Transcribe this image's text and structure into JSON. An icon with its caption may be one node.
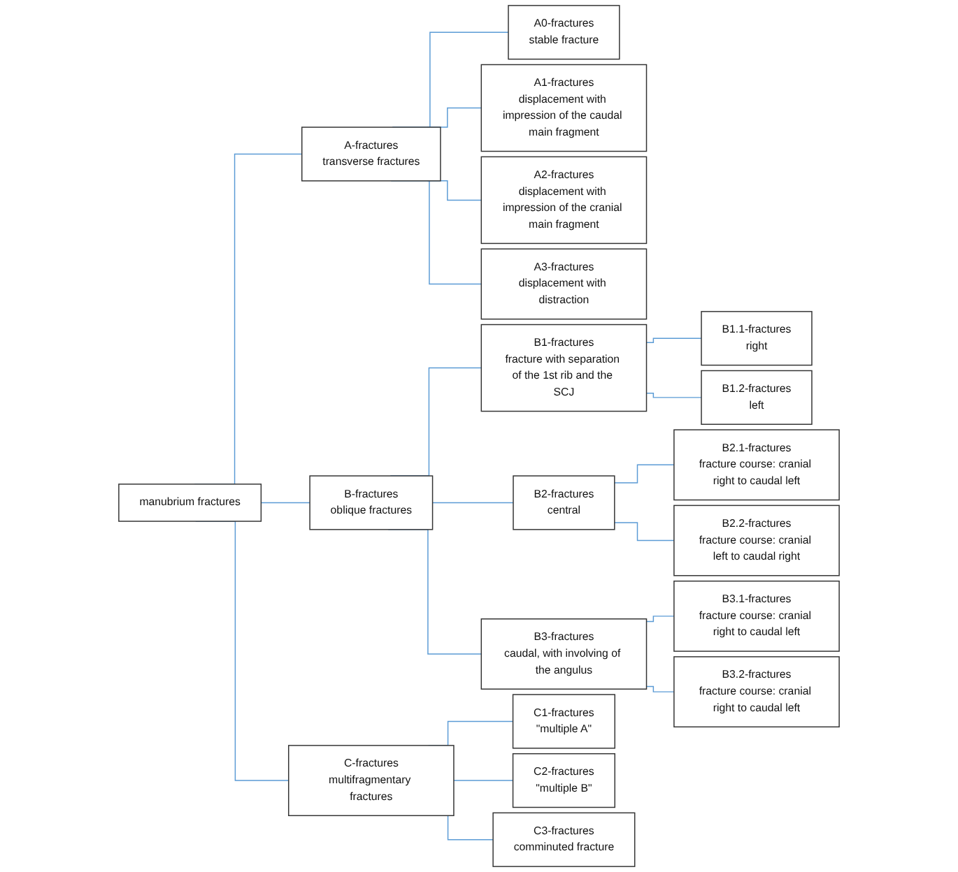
{
  "diagram": {
    "nodes": [
      {
        "text": [
          "manubrium fractures"
        ]
      },
      {
        "text": [
          "A-fractures",
          "transverse fractures"
        ]
      },
      {
        "text": [
          "A0-fractures",
          "stable fracture"
        ]
      },
      {
        "text": [
          "A1-fractures",
          "displacement with impression of the caudal main fragment"
        ]
      },
      {
        "text": [
          "A2-fractures",
          "displacement with impression of the cranial main fragment"
        ]
      },
      {
        "text": [
          "A3-fractures",
          "displacement with distraction"
        ]
      },
      {
        "text": [
          "B-fractures",
          "oblique fractures"
        ]
      },
      {
        "text": [
          "B1-fractures",
          "fracture with separation of the 1st rib and the SCJ"
        ]
      },
      {
        "text": [
          "B1.1-fractures",
          "right"
        ]
      },
      {
        "text": [
          "B1.2-fractures",
          "left"
        ]
      },
      {
        "text": [
          "B2-fractures",
          "central"
        ]
      },
      {
        "text": [
          "B2.1-fractures",
          "fracture course: cranial right to caudal left"
        ]
      },
      {
        "text": [
          "B2.2-fractures",
          "fracture course: cranial left to caudal right"
        ]
      },
      {
        "text": [
          "B3-fractures",
          "caudal, with involving of the angulus"
        ]
      },
      {
        "text": [
          "B3.1-fractures",
          "fracture course: cranial right to caudal left"
        ]
      },
      {
        "text": [
          "B3.2-fractures",
          "fracture course: cranial right to caudal left"
        ]
      },
      {
        "text": [
          "C-fractures",
          "multifragmentary fractures"
        ]
      },
      {
        "text": [
          "C1-fractures",
          "\"multiple A\""
        ]
      },
      {
        "text": [
          "C2-fractures",
          "\"multiple B\""
        ]
      },
      {
        "text": [
          "C3-fractures",
          "comminuted fracture"
        ]
      }
    ],
    "edges": [
      {
        "from": 0,
        "to": 1,
        "arrow": "none"
      },
      {
        "from": 0,
        "to": 6,
        "arrow": "none"
      },
      {
        "from": 0,
        "to": 16,
        "arrow": "none"
      },
      {
        "from": 1,
        "to": 2,
        "arrow": "none"
      },
      {
        "from": 1,
        "to": 3,
        "arrow": "none"
      },
      {
        "from": 1,
        "to": 4,
        "arrow": "none"
      },
      {
        "from": 1,
        "to": 5,
        "arrow": "none"
      },
      {
        "from": 6,
        "to": 7,
        "arrow": "none"
      },
      {
        "from": 6,
        "to": 10,
        "arrow": "none"
      },
      {
        "from": 6,
        "to": 13,
        "arrow": "none"
      },
      {
        "from": 7,
        "to": 8,
        "arrow": "none"
      },
      {
        "from": 7,
        "to": 9,
        "arrow": "none"
      },
      {
        "from": 10,
        "to": 11,
        "arrow": "none"
      },
      {
        "from": 10,
        "to": 12,
        "arrow": "none"
      },
      {
        "from": 13,
        "to": 14,
        "arrow": "none"
      },
      {
        "from": 13,
        "to": 15,
        "arrow": "none"
      },
      {
        "from": 16,
        "to": 17,
        "arrow": "none"
      },
      {
        "from": 16,
        "to": 18,
        "arrow": "none"
      },
      {
        "from": 16,
        "to": 19,
        "arrow": "none"
      }
    ]
  }
}
